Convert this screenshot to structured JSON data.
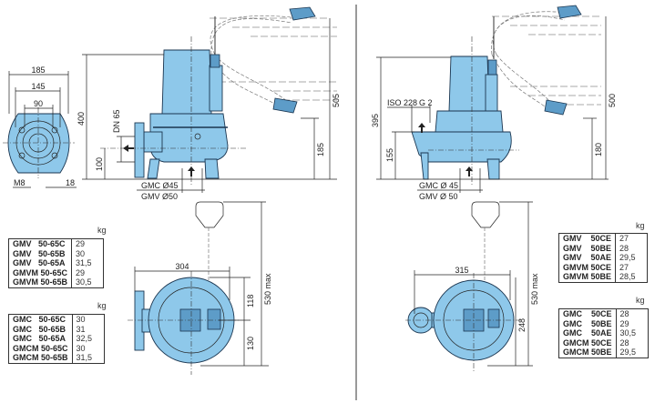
{
  "left": {
    "flange_dims": {
      "d185": "185",
      "d145": "145",
      "d90": "90",
      "m8": "M8",
      "d18": "18"
    },
    "elevation_dims": {
      "h400": "400",
      "dn": "DN 65",
      "h100": "100",
      "h505": "505",
      "h185": "185",
      "gmc": "GMC Ø45",
      "gmv": "GMV Ø50"
    },
    "plan_dims": {
      "w304": "304",
      "h530": "530 max",
      "h118": "118",
      "h130": "130"
    },
    "tables": [
      {
        "unit": "kg",
        "rows": [
          {
            "model": "GMV   50-65C",
            "kg": "29"
          },
          {
            "model": "GMV   50-65B",
            "kg": "30"
          },
          {
            "model": "GMV   50-65A",
            "kg": "31,5"
          },
          {
            "model": "GMVM 50-65C",
            "kg": "29"
          },
          {
            "model": "GMVM 50-65B",
            "kg": "30,5"
          }
        ]
      },
      {
        "unit": "kg",
        "rows": [
          {
            "model": "GMC   50-65C",
            "kg": "30"
          },
          {
            "model": "GMC   50-65B",
            "kg": "31"
          },
          {
            "model": "GMC   50-65A",
            "kg": "32,5"
          },
          {
            "model": "GMCM 50-65C",
            "kg": "30"
          },
          {
            "model": "GMCM 50-65B",
            "kg": "31,5"
          }
        ]
      }
    ]
  },
  "right": {
    "elevation_dims": {
      "h395": "395",
      "iso": "ISO 228",
      "g2": "G 2",
      "h155": "155",
      "h500": "500",
      "h180": "180",
      "gmc": "GMC Ø 45",
      "gmv": "GMV Ø 50"
    },
    "plan_dims": {
      "w315": "315",
      "h530": "530 max",
      "h248": "248"
    },
    "tables": [
      {
        "unit": "kg",
        "rows": [
          {
            "model": "GMV    50CE",
            "kg": "27"
          },
          {
            "model": "GMV    50BE",
            "kg": "28"
          },
          {
            "model": "GMV    50AE",
            "kg": "29,5"
          },
          {
            "model": "GMVM 50CE",
            "kg": "27"
          },
          {
            "model": "GMVM 50BE",
            "kg": "28,5"
          }
        ]
      },
      {
        "unit": "kg",
        "rows": [
          {
            "model": "GMC    50CE",
            "kg": "28"
          },
          {
            "model": "GMC    50BE",
            "kg": "29"
          },
          {
            "model": "GMC    50AE",
            "kg": "30,5"
          },
          {
            "model": "GMCM 50CE",
            "kg": "28"
          },
          {
            "model": "GMCM 50BE",
            "kg": "29,5"
          }
        ]
      }
    ]
  },
  "colors": {
    "pump_body": "#8ec8ea",
    "outline": "#1a3550"
  }
}
